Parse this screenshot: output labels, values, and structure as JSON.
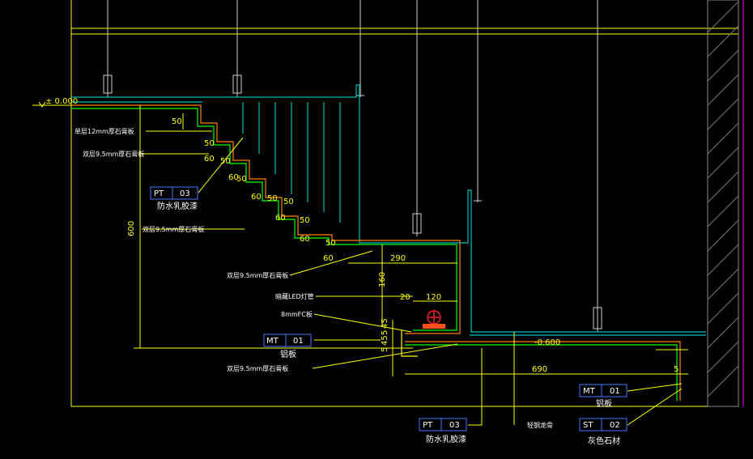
{
  "levels": {
    "upper": "± 0.000",
    "lower": "-0.600"
  },
  "notes": {
    "single_gypsum": "单层12mm厚石膏板",
    "double_gypsum": "双层9.5mm厚石膏板",
    "led": "暗藏LED灯管",
    "fc_board": "8mmFC板",
    "keel": "轻钢龙骨"
  },
  "tags": [
    {
      "code": "PT",
      "num": "03",
      "caption": "防水乳胶漆"
    },
    {
      "code": "MT",
      "num": "01",
      "caption": "铝板"
    },
    {
      "code": "PT",
      "num": "03",
      "caption": "防水乳胶漆"
    },
    {
      "code": "MT",
      "num": "01",
      "caption": "铝板"
    },
    {
      "code": "ST",
      "num": "02",
      "caption": "灰色石材"
    }
  ],
  "dims": {
    "rise": "50",
    "tread": "60",
    "total_height": "600",
    "landing": "290",
    "drop": "160",
    "gap": "20",
    "led_zone": "120",
    "bottom_stack": [
      "45",
      "5",
      "45",
      "5"
    ],
    "bottom_span": "690",
    "edge": "5"
  }
}
